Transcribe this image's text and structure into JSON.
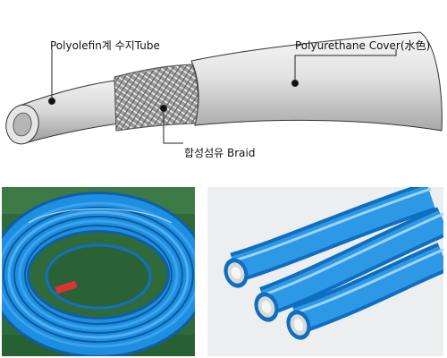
{
  "labels": {
    "inner_tube": "Polyolefin계 수지Tube",
    "cover": "Polyurethane Cover(水色)",
    "braid": "합성섬유 Braid"
  },
  "colors": {
    "hose_blue": "#1e8fe0",
    "tube_gray": "#d4d4d4",
    "background_green": "#2f6a3a"
  },
  "photos": {
    "left": "coiled-blue-hose",
    "right": "three-cut-hose-ends"
  }
}
